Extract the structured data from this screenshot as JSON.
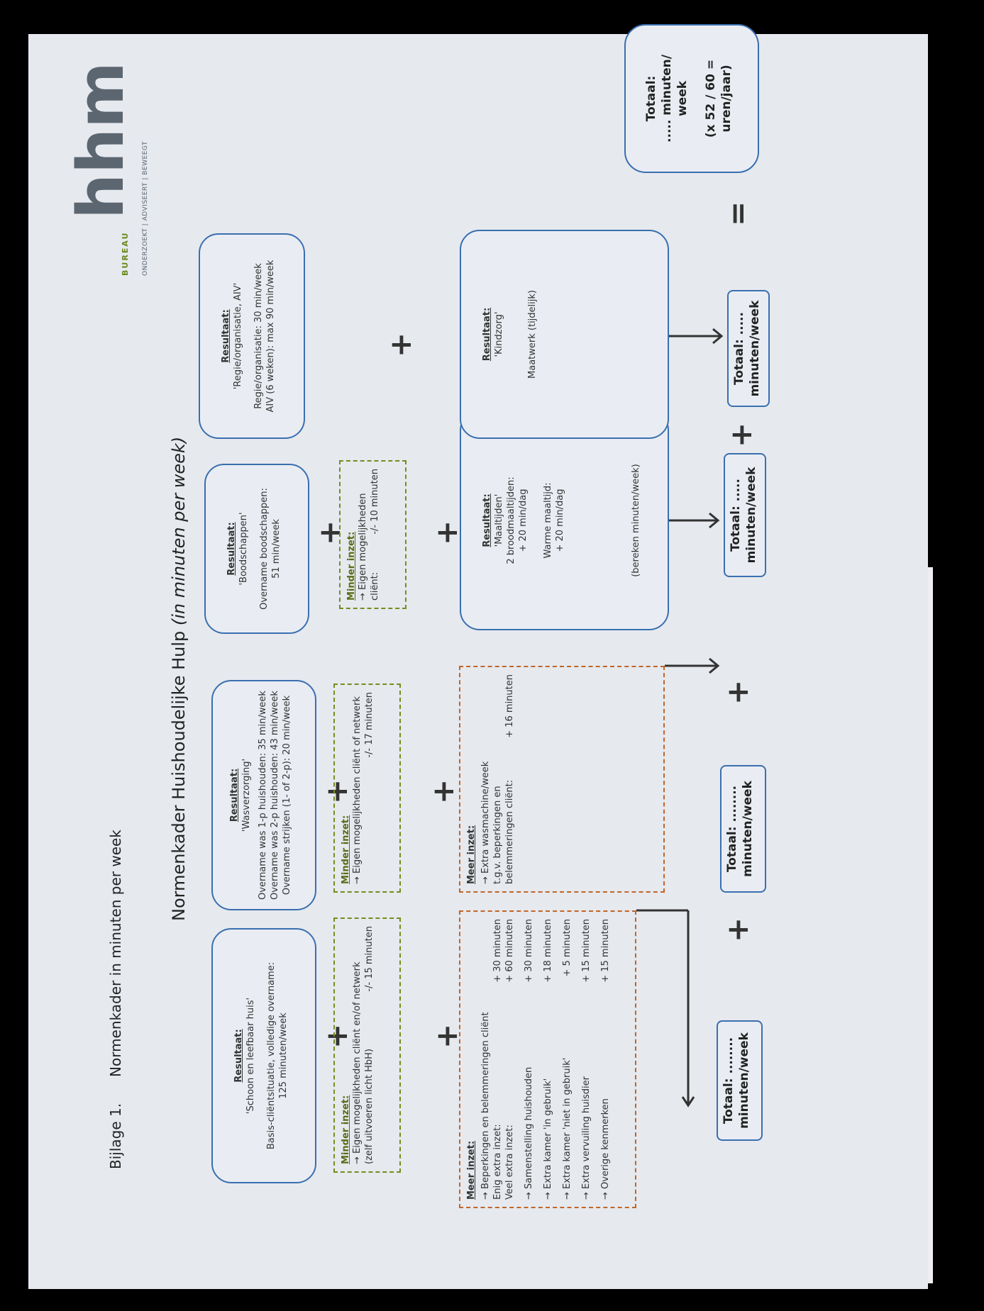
{
  "page": {
    "annex_label": "Bijlage 1.",
    "annex_title": "Normenkader in minuten per week",
    "main_title": "Normenkader Huishoudelijke Hulp",
    "main_title_italic": "(in minuten per week)"
  },
  "logo": {
    "brand_small": "BUREAU",
    "brand": "hhm",
    "tagline": "ONDERZOEKT | ADVISEERT | BEWEEGT"
  },
  "results": [
    {
      "heading": "Resultaat:",
      "name": "'Schoon en leefbaar huis'",
      "lines": [
        "Basis-cliëntsituatie, volledige overname:",
        "125 minuten/week"
      ]
    },
    {
      "heading": "Resultaat:",
      "name": "'Wasverzorging'",
      "lines": [
        "Overname was 1-p huishouden: 35 min/week",
        "Overname was 2-p huishouden: 43 min/week",
        "Overname strijken (1- of 2-p): 20 min/week"
      ]
    },
    {
      "heading": "Resultaat:",
      "name": "'Boodschappen'",
      "lines": [
        "Overname boodschappen:",
        "51 min/week"
      ]
    },
    {
      "heading": "Resultaat:",
      "name": "'Regie/organisatie, AIV'",
      "lines": [
        "Regie/organisatie: 30 min/week",
        "AIV (6 weken): max 90 min/week"
      ]
    },
    {
      "heading": "Resultaat:",
      "name": "'Maaltijden'",
      "lines": [
        "2 broodmaaltijden:",
        "+ 20 min/dag",
        "Warme maaltijd:",
        "+ 20 min/dag",
        "(bereken minuten/week)"
      ]
    },
    {
      "heading": "Resultaat:",
      "name": "'Kindzorg'",
      "lines": [
        "Maatwerk (tijdelijk)"
      ]
    }
  ],
  "minder": [
    {
      "heading": "Minder inzet:",
      "lines": [
        "→ Eigen mogelijkheden cliënt en/of netwerk",
        "(zelf uitvoeren licht HbH)",
        "-/- 15 minuten"
      ]
    },
    {
      "heading": "Minder inzet:",
      "lines": [
        "→ Eigen mogelijkheden cliënt of netwerk",
        "-/- 17 minuten"
      ]
    },
    {
      "heading": "Minder inzet:",
      "lines": [
        "→ Eigen mogelijkheden",
        "cliënt:",
        "-/- 10 minuten"
      ]
    }
  ],
  "meer1": {
    "heading": "Meer inzet:",
    "intro": "→ Beperkingen en belemmeringen cliënt",
    "rows": [
      {
        "label": "Enig extra inzet:",
        "value": "+ 30 minuten"
      },
      {
        "label": "Veel extra inzet:",
        "value": "+ 60 minuten"
      },
      {
        "label": "→ Samenstelling huishouden",
        "value": "+ 30 minuten"
      },
      {
        "label": "→ Extra kamer 'in gebruik'",
        "value": "+ 18 minuten"
      },
      {
        "label": "→ Extra kamer 'niet in gebruik'",
        "value": "+ 5 minuten"
      },
      {
        "label": "→ Extra vervuiling huisdier",
        "value": "+ 15 minuten"
      },
      {
        "label": "→ Overige kenmerken",
        "value": "+ 15 minuten"
      }
    ]
  },
  "meer2": {
    "heading": "Meer inzet:",
    "lines": [
      "→ Extra wasmachine/week",
      "t.g.v. beperkingen en",
      "belemmeringen cliënt:"
    ],
    "value": "+ 16 minuten"
  },
  "operators": {
    "plus": "+",
    "equals": "="
  },
  "totals": [
    {
      "label": "Totaal: ........",
      "unit": "minuten/week"
    },
    {
      "label": "Totaal: ........",
      "unit": "minuten/week"
    },
    {
      "label": "Totaal: .....",
      "unit": "minuten/week"
    },
    {
      "label": "Totaal: .....",
      "unit": "minuten/week"
    }
  ],
  "grand_total": {
    "label": "Totaal:",
    "value": "..... minuten/",
    "unit": "week",
    "formula": "(x 52 / 60 =",
    "formula2": "uren/jaar)"
  }
}
